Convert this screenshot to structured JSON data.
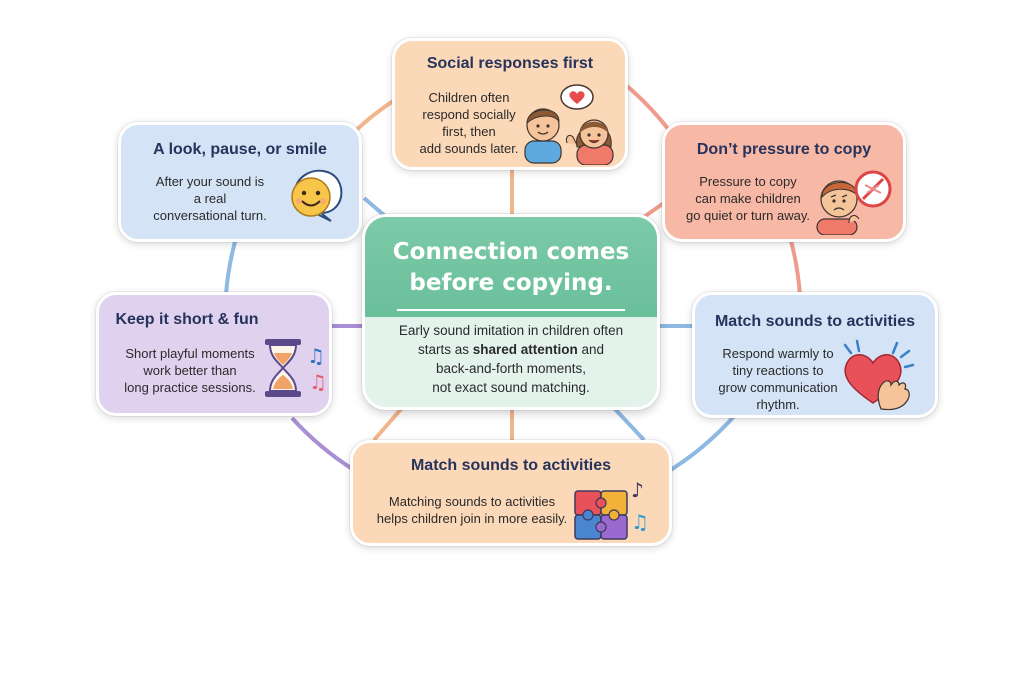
{
  "central": {
    "title_line1": "Connection comes",
    "title_line2": "before copying.",
    "body_line1": "Early sound imitation in children often",
    "body_line2_pre": "starts as ",
    "body_line2_bold": "shared attention",
    "body_line2_post": " and",
    "body_line3": "back-and-forth moments,",
    "body_line4": "not exact sound matching."
  },
  "cards": {
    "social": {
      "title": "Social responses first",
      "lines": [
        "Children often",
        "respond socially",
        "first, then",
        "add sounds later."
      ],
      "icon": "two-children-heart-icon"
    },
    "look": {
      "title": "A look, pause, or smile",
      "lines": [
        "After your sound is",
        "a real",
        "conversational turn."
      ],
      "icon": "smiling-speech-bubble-icon"
    },
    "pressure": {
      "title": "Don’t pressure to copy",
      "lines": [
        "Pressure to copy",
        "can make children",
        "go quiet or turn away."
      ],
      "icon": "worried-child-no-sign-icon"
    },
    "short": {
      "title": "Keep it short & fun",
      "lines": [
        "Short playful moments",
        "work better than",
        "long practice sessions."
      ],
      "icon": "hourglass-music-icon"
    },
    "match_right": {
      "title": "Match sounds to activities",
      "lines": [
        "Respond warmly to",
        "tiny reactions to",
        "grow communication",
        "rhythm."
      ],
      "icon": "heart-hand-icon"
    },
    "match_bottom": {
      "title": "Match sounds to activities",
      "lines": [
        "Matching sounds to activities",
        "helps children join in more easily."
      ],
      "icon": "puzzle-music-icon"
    }
  },
  "colors": {
    "central_header": "#6abf9b",
    "central_body": "#e3f3ec",
    "peach": "#fbd8b8",
    "blue": "#d4e4f6",
    "coral": "#f8b8a6",
    "lavender": "#e0d2ef",
    "ring_orange": "#f3b68c",
    "ring_blue": "#8fb9e2",
    "ring_purple": "#a98fd3",
    "ring_red": "#ef9c8d",
    "title_navy": "#26335c"
  }
}
